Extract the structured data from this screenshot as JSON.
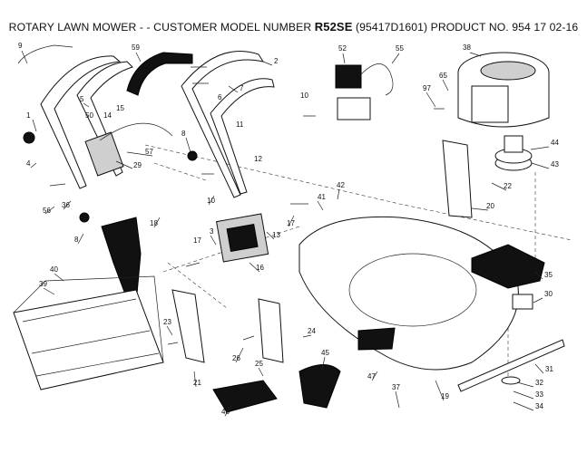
{
  "title": {
    "prefix": "ROTARY LAWN MOWER - - CUSTOMER MODEL NUMBER",
    "model": "R52SE",
    "suffix": "(95417D1601) PRODUCT NO. 954 17 02-16"
  },
  "callouts": [
    "9",
    "59",
    "2",
    "52",
    "55",
    "38",
    "65",
    "97",
    "7",
    "5",
    "50",
    "14",
    "15",
    "6",
    "10",
    "1",
    "11",
    "8",
    "57",
    "29",
    "4",
    "44",
    "43",
    "12",
    "22",
    "56",
    "36",
    "10",
    "20",
    "41",
    "42",
    "17",
    "18",
    "8",
    "13",
    "17",
    "3",
    "16",
    "40",
    "39",
    "35",
    "30",
    "23",
    "24",
    "45",
    "26",
    "25",
    "21",
    "31",
    "32",
    "33",
    "34",
    "47",
    "37",
    "19",
    "46"
  ]
}
